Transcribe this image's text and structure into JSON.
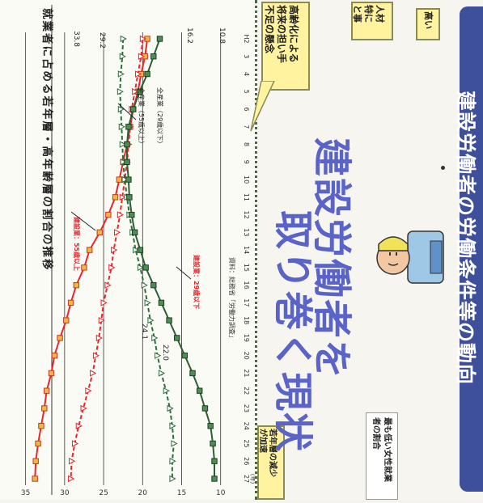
{
  "chart_data": {
    "type": "line",
    "title": "就業者に占める若年層・高年齢層の割合の推移",
    "source": "資料：総務省「労働力調査」",
    "x_unit": "(年)",
    "x": [
      "H2",
      "3",
      "4",
      "5",
      "6",
      "7",
      "8",
      "9",
      "10",
      "11",
      "12",
      "13",
      "14",
      "15",
      "16",
      "17",
      "18",
      "19",
      "20",
      "21",
      "22",
      "23",
      "24",
      "25",
      "26",
      "27"
    ],
    "y_ticks": [
      10,
      15,
      20,
      25,
      30,
      35
    ],
    "ylim": [
      8,
      36
    ],
    "series": [
      {
        "name": "建設業：55歳以上",
        "color": "#e8262b",
        "style": "solid",
        "marker": "square-orange",
        "values": [
          19.4,
          19.7,
          20.2,
          20.6,
          21.2,
          21.6,
          22.0,
          22.5,
          23.0,
          23.5,
          24.4,
          25.5,
          26.8,
          27.5,
          28.5,
          29.2,
          29.8,
          30.6,
          31.3,
          31.7,
          32.3,
          32.6,
          33.0,
          33.4,
          33.7,
          33.8
        ]
      },
      {
        "name": "全産業（55歳以上）",
        "color": "#e8262b",
        "style": "dashed",
        "marker": "triangle-white",
        "values": [
          20.0,
          20.2,
          20.6,
          21.0,
          21.4,
          21.6,
          21.8,
          22.0,
          22.3,
          22.6,
          22.9,
          23.3,
          23.7,
          24.0,
          24.5,
          25.0,
          25.3,
          25.6,
          26.0,
          26.4,
          27.0,
          27.6,
          28.2,
          28.7,
          29.1,
          29.2
        ]
      },
      {
        "name": "全産業（29歳以下）",
        "color": "#2e6e3a",
        "style": "dashed",
        "marker": "triangle-white",
        "values": [
          22.5,
          22.6,
          22.8,
          22.9,
          22.8,
          22.7,
          22.6,
          22.5,
          22.3,
          22.0,
          21.7,
          21.3,
          20.9,
          20.3,
          19.8,
          19.4,
          19.0,
          18.5,
          18.1,
          17.6,
          17.0,
          16.5,
          16.2,
          16.0,
          16.2,
          16.2
        ]
      },
      {
        "name": "建設業：29歳以下",
        "color": "#2e5e33",
        "style": "solid",
        "marker": "square-green",
        "values": [
          17.8,
          18.6,
          19.4,
          20.4,
          21.2,
          21.8,
          22.0,
          22.0,
          21.8,
          21.7,
          21.4,
          21.0,
          20.3,
          19.6,
          18.6,
          17.6,
          16.6,
          15.6,
          14.6,
          13.6,
          12.7,
          12.0,
          11.3,
          11.0,
          10.8,
          10.8
        ]
      }
    ],
    "labels": {
      "left_top": "24.1",
      "left_bot": "22.0",
      "right_r": "33.8",
      "right_rd": "29.2",
      "right_gd": "16.2",
      "right_g": "10.8"
    }
  },
  "texts": {
    "main_title_1": "建設労働者を",
    "main_title_2": "取り巻く現状",
    "callout_1_1": "高齢化による",
    "callout_1_2": "将来の担い手",
    "callout_1_3": "不足の懸念",
    "callout_2_1": "若年層の減少",
    "callout_2_2": "が加速",
    "callout_3_1": "人材",
    "callout_3_2": "特に",
    "callout_3_3": "と事",
    "callout_4": "高い",
    "note_1": "最も低い女性就業",
    "note_2": "者の割合",
    "bottom_band": "建設労働者の労働条件等の動向"
  }
}
